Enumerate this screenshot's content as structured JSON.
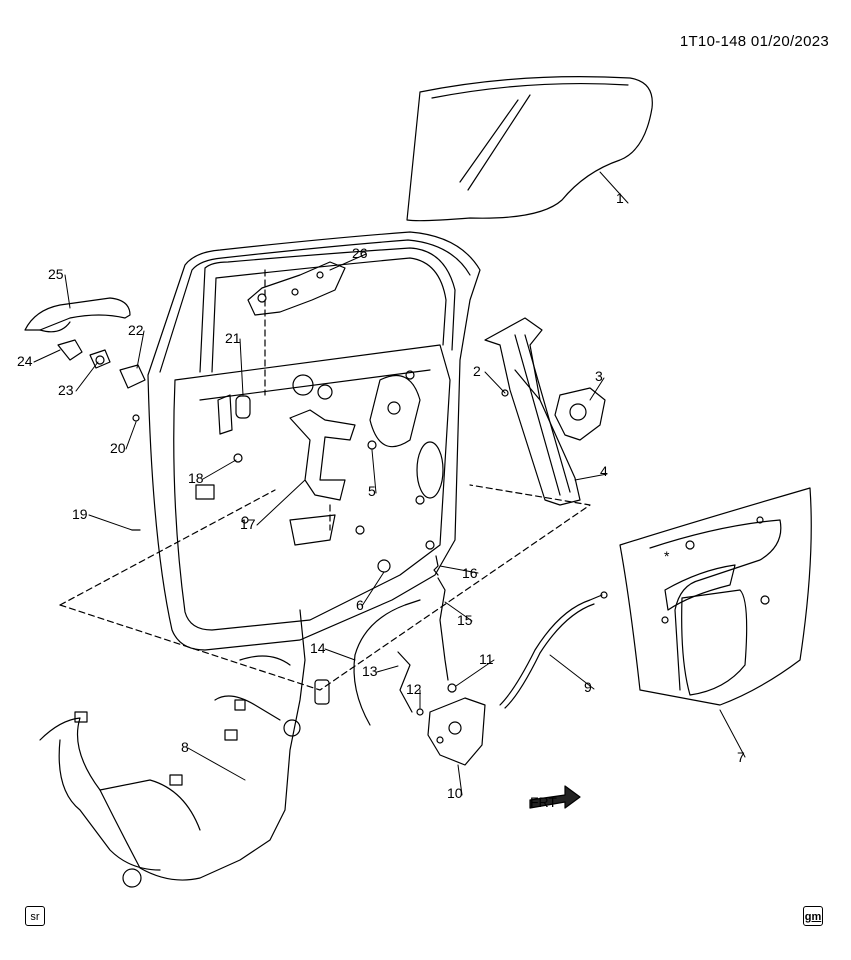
{
  "header": {
    "code": "1T10-148",
    "date": "01/20/2023"
  },
  "callouts": [
    {
      "id": "1",
      "text": "1"
    },
    {
      "id": "2",
      "text": "2"
    },
    {
      "id": "3",
      "text": "3"
    },
    {
      "id": "4",
      "text": "4"
    },
    {
      "id": "5",
      "text": "5"
    },
    {
      "id": "6",
      "text": "6"
    },
    {
      "id": "7",
      "text": "7"
    },
    {
      "id": "8",
      "text": "8"
    },
    {
      "id": "9",
      "text": "9"
    },
    {
      "id": "10",
      "text": "10"
    },
    {
      "id": "11",
      "text": "11"
    },
    {
      "id": "12",
      "text": "12"
    },
    {
      "id": "13",
      "text": "13"
    },
    {
      "id": "14",
      "text": "14"
    },
    {
      "id": "15",
      "text": "15"
    },
    {
      "id": "16",
      "text": "16"
    },
    {
      "id": "17",
      "text": "17"
    },
    {
      "id": "18",
      "text": "18"
    },
    {
      "id": "19",
      "text": "19"
    },
    {
      "id": "20",
      "text": "20"
    },
    {
      "id": "21",
      "text": "21"
    },
    {
      "id": "22",
      "text": "22"
    },
    {
      "id": "23",
      "text": "23"
    },
    {
      "id": "24",
      "text": "24"
    },
    {
      "id": "25",
      "text": "25"
    },
    {
      "id": "26",
      "text": "26"
    }
  ],
  "front_arrow": "FRT",
  "trim_marker": "*",
  "badges": {
    "left": "sr",
    "right": "gm"
  }
}
